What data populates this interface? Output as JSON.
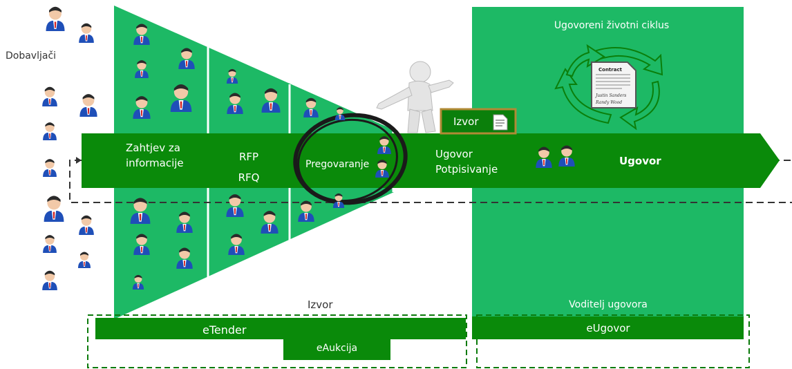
{
  "labels": {
    "suppliers": "Dobavljači",
    "rfi_line1": "Zahtjev za",
    "rfi_line2": "informacije",
    "rfp": "RFP",
    "rfq": "RFQ",
    "negotiation": "Pregovaranje",
    "source_badge": "Izvor",
    "contract_sign_line1": "Ugovor",
    "contract_sign_line2": "Potpisivanje",
    "contract": "Ugovor",
    "lifecycle": "Ugovoreni životni ciklus",
    "source_bottom": "Izvor",
    "contract_manager": "Voditelj ugovora",
    "etender": "eTender",
    "eauction": "eAukcija",
    "econtract": "eUgovor"
  },
  "document": {
    "title": "Contract",
    "signature1": "Justin Sanders",
    "signature2": "Randy Wood"
  },
  "colors": {
    "funnel_green": "#1db965",
    "arrow_green": "#0a8a0a",
    "dark_green": "#0b7f0b",
    "badge_border": "#b08a35",
    "dashed": "#333333",
    "dashed_green": "#0a7a0a"
  }
}
